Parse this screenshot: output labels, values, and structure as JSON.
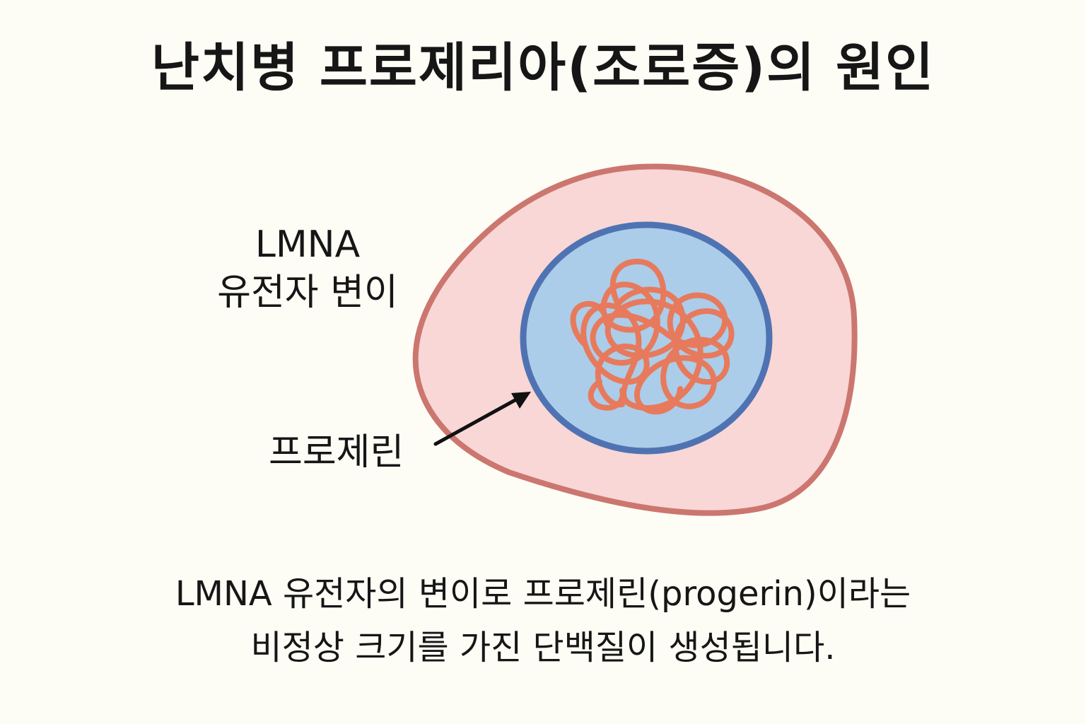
{
  "title": "난치병 프로제리아(조로증)의 원인",
  "labels": {
    "gene_line1": "LMNA",
    "gene_line2": "유전자 변이",
    "progerin": "프로제린"
  },
  "caption": {
    "line1": "LMNA 유전자의 변이로 프로제린(progerin)이라는",
    "line2": "비정상 크기를 가진 단백질이 생성됩니다."
  },
  "colors": {
    "background": "#fdfcf5",
    "cell_fill": "#f8d7d6",
    "cell_border": "#cc7670",
    "nucleus_fill": "#abcde9",
    "nucleus_border": "#4f73b2",
    "dna": "#e77a5c",
    "arrow": "#111111"
  }
}
